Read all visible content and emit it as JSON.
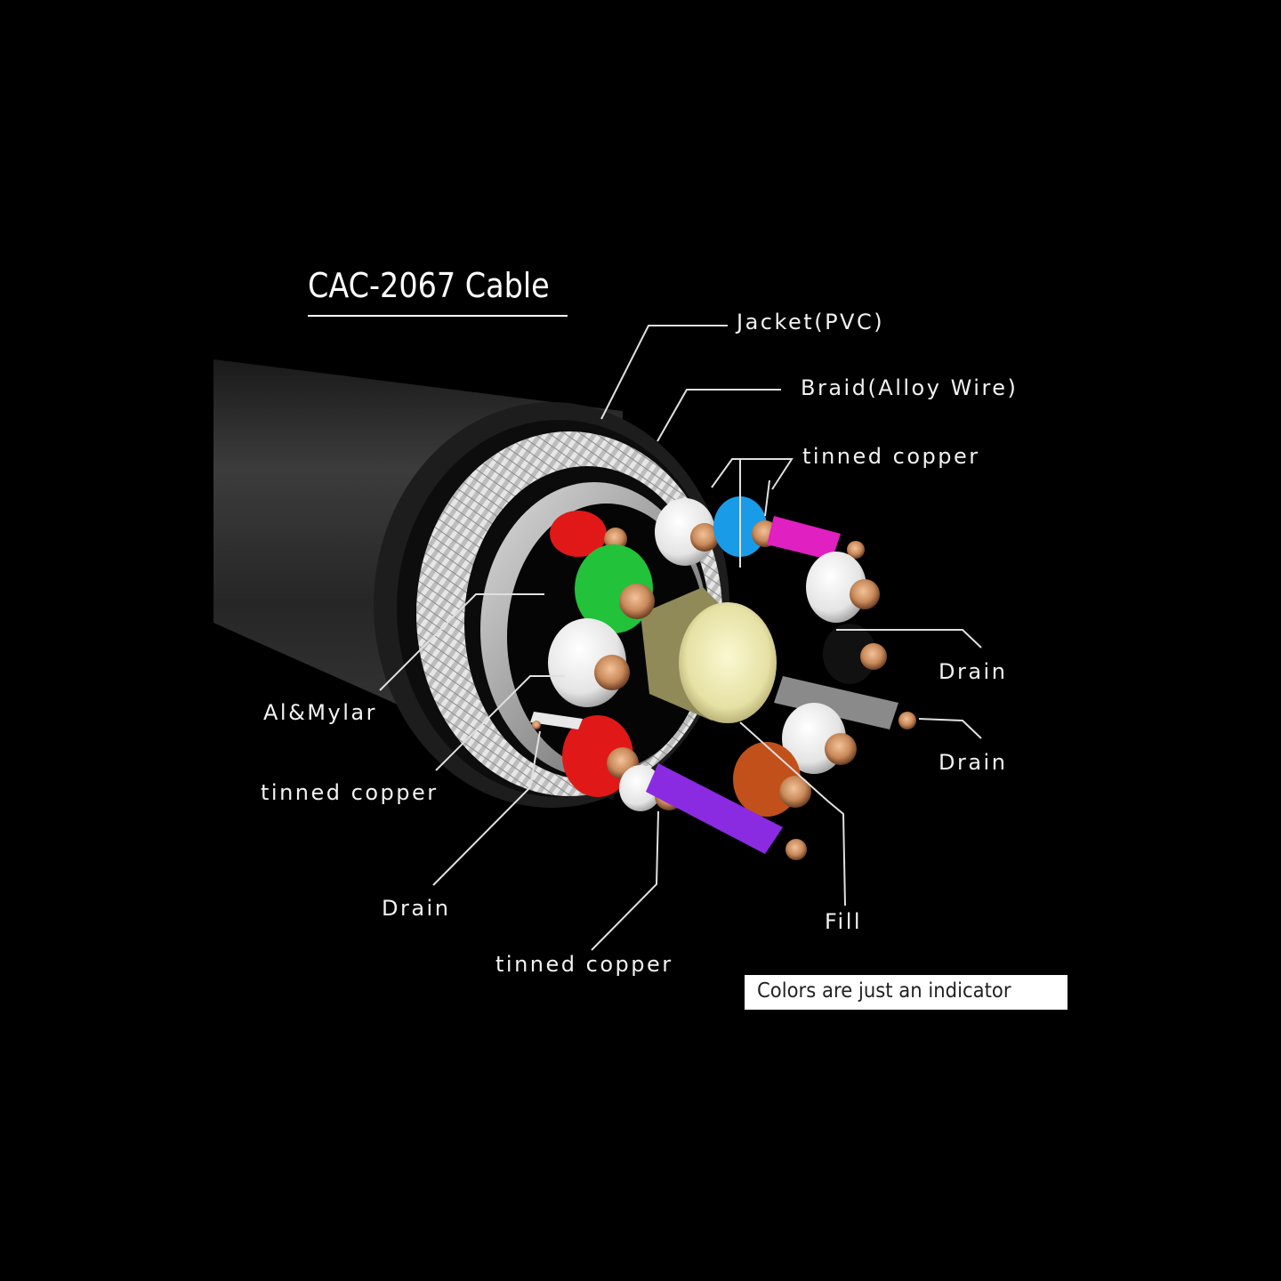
{
  "title": "CAC-2067 Cable",
  "labels": {
    "jacket": "Jacket(PVC)",
    "braid": "Braid(Alloy Wire)",
    "tinned_copper_top": "tinned copper",
    "drain_right_upper": "Drain",
    "drain_right_lower": "Drain",
    "al_mylar": "Al&Mylar",
    "tinned_copper_left": "tinned copper",
    "drain_left": "Drain",
    "tinned_copper_bottom": "tinned copper",
    "fill": "Fill"
  },
  "note": "Colors are just an indicator",
  "colors": {
    "background": "#000000",
    "jacket": "#2b2b2b",
    "braid": "#cfcfcf",
    "filler": "#e8e4b0",
    "copper": "#c98a5a",
    "wire_red": "#e01818",
    "wire_green": "#22c23a",
    "wire_blue": "#1a9be8",
    "wire_magenta": "#e020c0",
    "wire_purple": "#8a2be2",
    "wire_orange": "#c2501a",
    "wire_white": "#f0f0f0"
  }
}
